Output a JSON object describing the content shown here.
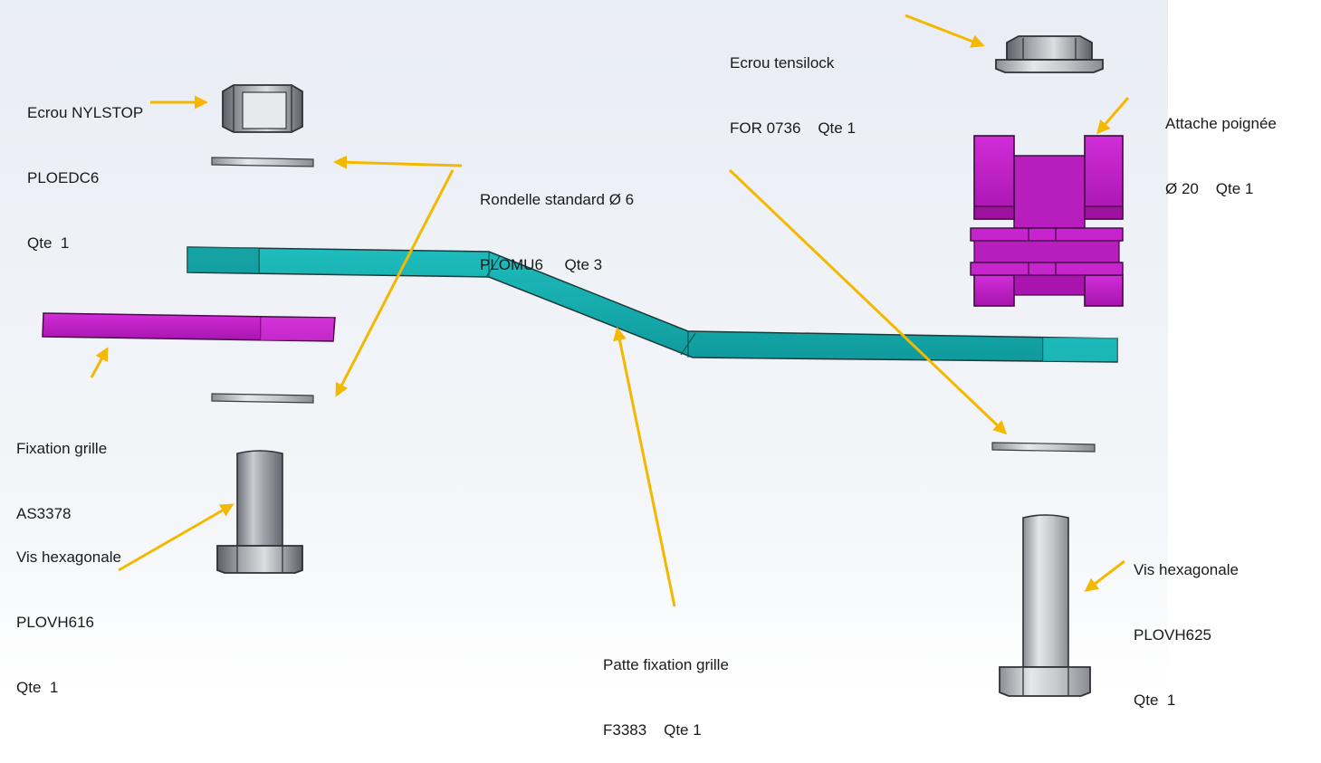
{
  "colors": {
    "arrow": "#F5B800",
    "teal_part": "#1AB0B0",
    "magenta_part": "#C21FC8",
    "steel": "#8A8C92",
    "background_top": "#EEF1F6",
    "background_bottom": "#FFFFFF"
  },
  "labels": {
    "ecrou_tensilock": {
      "line1": "Ecrou tensilock",
      "line2": "FOR 0736    Qte 1"
    },
    "ecrou_nylstop": {
      "line1": "Ecrou NYLSTOP",
      "line2": "PLOEDC6",
      "line3": "Qte  1"
    },
    "attache_poignee": {
      "line1": "Attache poignée",
      "line2": "Ø 20    Qte 1"
    },
    "rondelle": {
      "line1": "Rondelle standard Ø 6",
      "line2": "PLOMU6     Qte 3"
    },
    "fixation_grille": {
      "line1": "Fixation grille",
      "line2": "AS3378"
    },
    "vis_616": {
      "line1": "Vis hexagonale",
      "line2": "PLOVH616",
      "line3": "Qte  1"
    },
    "vis_625": {
      "line1": "Vis hexagonale",
      "line2": "PLOVH625",
      "line3": "Qte  1"
    },
    "patte": {
      "line1": "Patte fixation grille",
      "line2": "F3383    Qte 1"
    }
  }
}
